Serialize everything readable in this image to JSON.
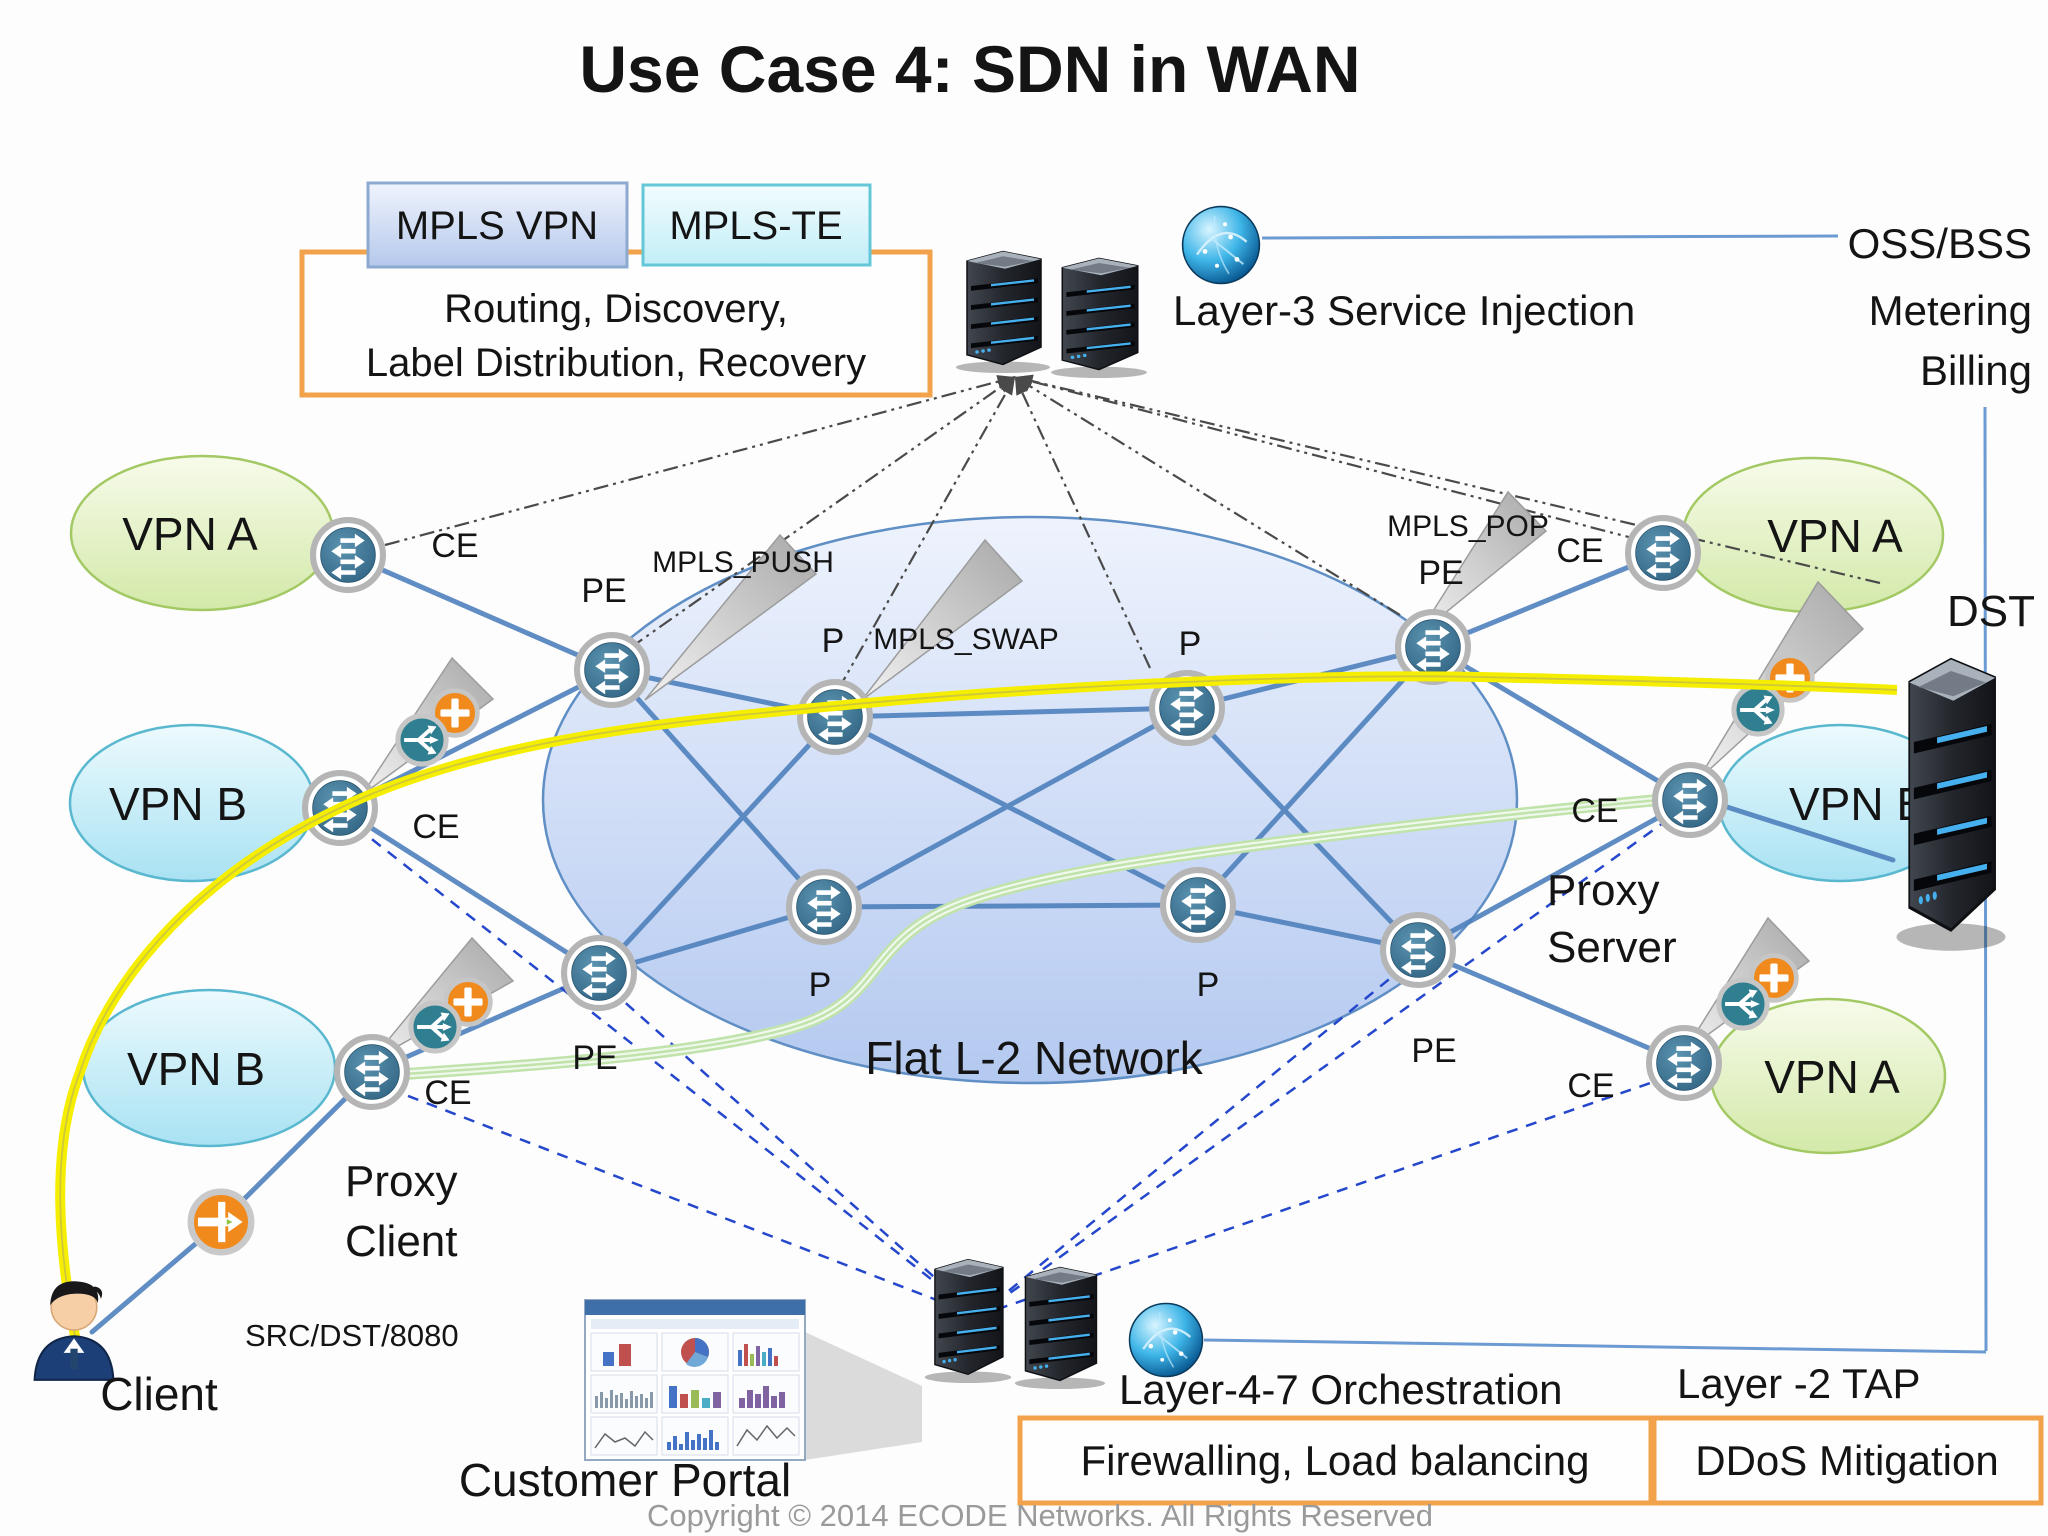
{
  "title": "Use Case 4: SDN in WAN",
  "tags": {
    "mpls_vpn": "MPLS VPN",
    "mpls_te": "MPLS-TE"
  },
  "routing_box": {
    "line1": "Routing, Discovery,",
    "line2": "Label Distribution, Recovery"
  },
  "controller": {
    "layer3": "Layer-3 Service Injection"
  },
  "oss": {
    "line1": "OSS/BSS",
    "line2": "Metering",
    "line3": "Billing"
  },
  "mpls_ops": {
    "push": "MPLS_PUSH",
    "swap": "MPLS_SWAP",
    "pop": "MPLS_POP"
  },
  "nodes": {
    "ce": "CE",
    "pe": "PE",
    "p": "P"
  },
  "clouds": {
    "vpn_a": "VPN A",
    "vpn_b": "VPN B",
    "core": "Flat L-2 Network"
  },
  "endpoints": {
    "client": "Client",
    "src_port": "SRC/DST/8080",
    "dst": "DST",
    "proxy_client": [
      "Proxy",
      "Client"
    ],
    "proxy_server": [
      "Proxy",
      "Server"
    ]
  },
  "orchestration": {
    "layer47": "Layer-4-7 Orchestration",
    "layer2_tap": "Layer -2 TAP",
    "firewalling": "Firewalling, Load balancing",
    "ddos": "DDoS Mitigation",
    "portal": "Customer Portal"
  },
  "footer": "Copyright © 2014 ECODE Networks. All Rights Reserved",
  "icons": {
    "router": "router-switch-icon",
    "globe": "network-globe-icon",
    "server": "server-tower-icon",
    "firewall": "orange-service-icon",
    "load_balancer": "teal-load-balancer-icon",
    "proxy": "proxy-redirect-icon",
    "person": "client-person-icon",
    "flag": "mpls-callout-flag"
  },
  "colors": {
    "link_blue": "#4f81bd",
    "dashed_blue": "#2447cc",
    "dash_dot_gray": "#4a4a4a",
    "yellow_path": "#f5ee00",
    "green_path": "#bfe3ab",
    "orange_border": "#f2a24a",
    "router_fill": "#3a7290",
    "vpn_a_fill": "#d9edb0",
    "vpn_b_fill": "#aee4f2",
    "core_fill": "#bfd0f2",
    "service_orange": "#f08a1d",
    "service_teal": "#2f7f91"
  }
}
